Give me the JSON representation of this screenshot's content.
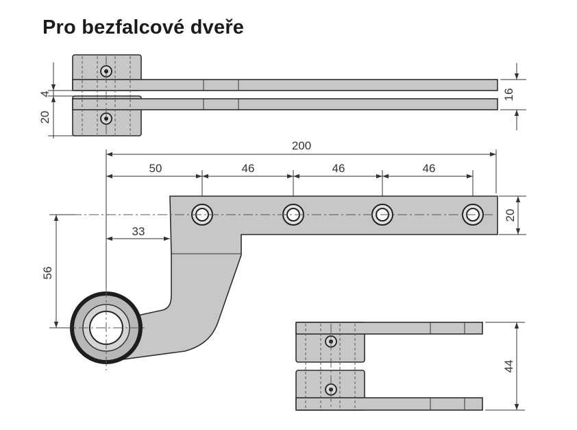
{
  "title": "Pro bezfalcové dveře",
  "dimensions": {
    "top_gap": "4",
    "top_block": "20",
    "top_right": "16",
    "overall": "200",
    "seg1": "50",
    "seg2": "46",
    "seg3": "46",
    "seg4": "46",
    "offset": "33",
    "height": "56",
    "plate_width": "20",
    "bottom_right": "44"
  },
  "colors": {
    "part_fill": "#c7c7c7",
    "outline": "#2c2c2c"
  }
}
